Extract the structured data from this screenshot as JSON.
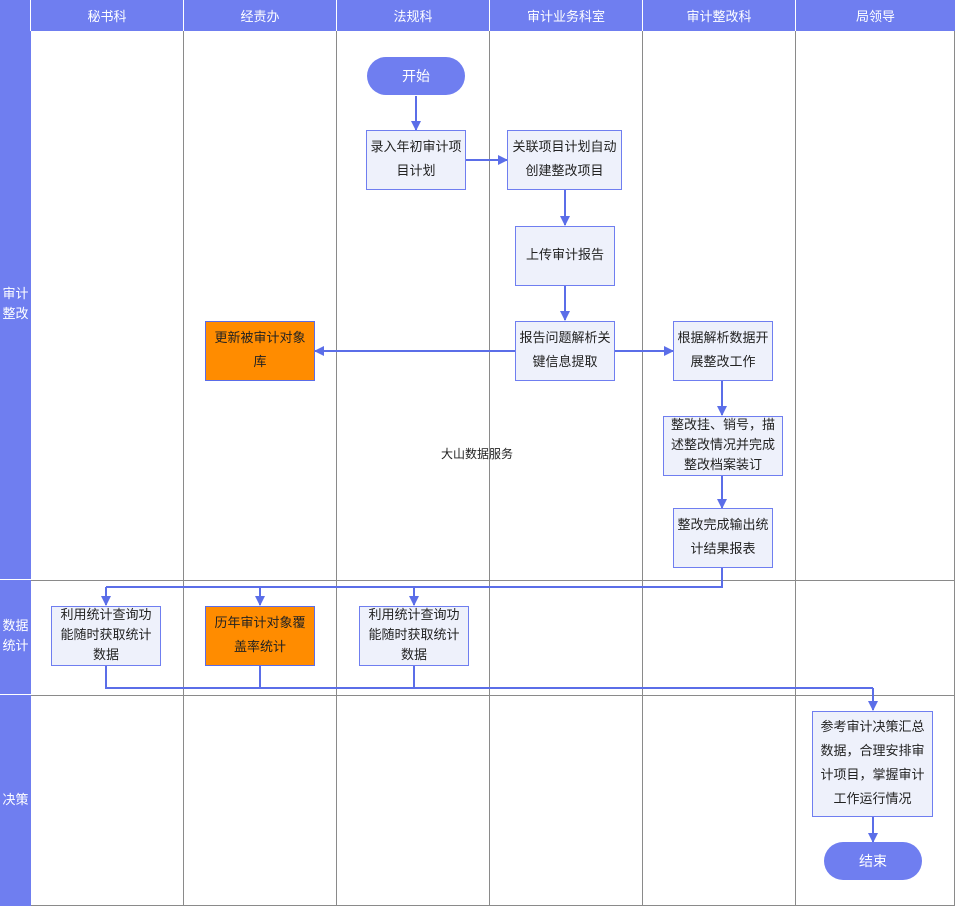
{
  "lanes": [
    "秘书科",
    "经责办",
    "法规科",
    "审计业务科室",
    "审计整改科",
    "局领导"
  ],
  "phases": [
    "审计整改",
    "数据统计",
    "决策"
  ],
  "nodes": {
    "start": "开始",
    "enter_plan": "录入年初审计项目计划",
    "link_plan": "关联项目计划自动创建整改项目",
    "upload_report": "上传审计报告",
    "parse_report": "报告问题解析关键信息提取",
    "update_db": "更新被审计对象库",
    "rectify_work": "根据解析数据开展整改工作",
    "rectify_record": "整改挂、销号，描述整改情况并完成整改档案装订",
    "output_report": "整改完成输出统计结果报表",
    "query_stats_secretary": "利用统计查询功能随时获取统计数据",
    "coverage_stats": "历年审计对象覆盖率统计",
    "query_stats_legal": "利用统计查询功能随时获取统计数据",
    "decision": "参考审计决策汇总数据，合理安排审计项目，掌握审计工作运行情况",
    "end": "结束"
  },
  "watermark": "大山数据服务",
  "colors": {
    "header": "#6f7ef0",
    "box_fill": "#eef1fb",
    "box_border": "#6f7ef0",
    "highlight": "#ff8c00",
    "arrow": "#5b6ee8",
    "grid": "#8a8a8a"
  },
  "edges": [
    [
      "start",
      "enter_plan"
    ],
    [
      "enter_plan",
      "link_plan"
    ],
    [
      "link_plan",
      "upload_report"
    ],
    [
      "upload_report",
      "parse_report"
    ],
    [
      "parse_report",
      "update_db"
    ],
    [
      "parse_report",
      "rectify_work"
    ],
    [
      "rectify_work",
      "rectify_record"
    ],
    [
      "rectify_record",
      "output_report"
    ],
    [
      "output_report",
      "query_stats_secretary"
    ],
    [
      "output_report",
      "coverage_stats"
    ],
    [
      "output_report",
      "query_stats_legal"
    ],
    [
      "query_stats_secretary",
      "decision"
    ],
    [
      "coverage_stats",
      "decision"
    ],
    [
      "query_stats_legal",
      "decision"
    ],
    [
      "decision",
      "end"
    ]
  ]
}
